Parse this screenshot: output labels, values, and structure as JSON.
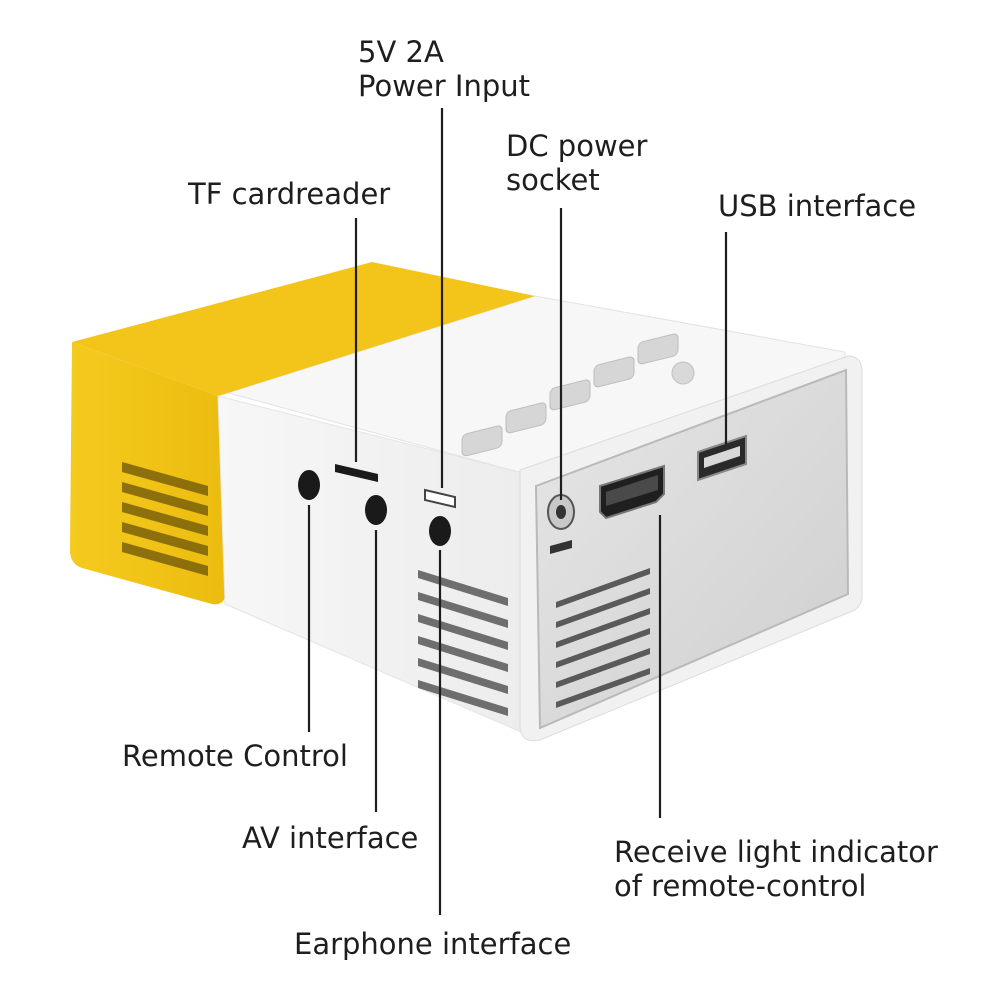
{
  "labels": {
    "power_input_line1": "5V 2A",
    "power_input_line2": "Power Input",
    "dc_socket_line1": "DC power",
    "dc_socket_line2": "socket",
    "tf_card": "TF cardreader",
    "usb": "USB interface",
    "remote": "Remote Control",
    "av": "AV interface",
    "earphone": "Earphone interface",
    "receiver_line1": "Receive light indicator",
    "receiver_line2": "of remote-control"
  },
  "colors": {
    "background": "#ffffff",
    "body_white": "#f4f4f4",
    "body_yellow": "#f2c418",
    "body_yellow_shade": "#e3b00c",
    "panel_grey": "#dcdcdc",
    "port_black": "#1a1a1a",
    "leader_line": "#1e1e1e"
  },
  "icons": [
    "hdmi-port-icon",
    "usb-port-icon",
    "dc-socket-icon",
    "micro-usb-port-icon",
    "tf-slot-icon",
    "button-row-icon"
  ]
}
